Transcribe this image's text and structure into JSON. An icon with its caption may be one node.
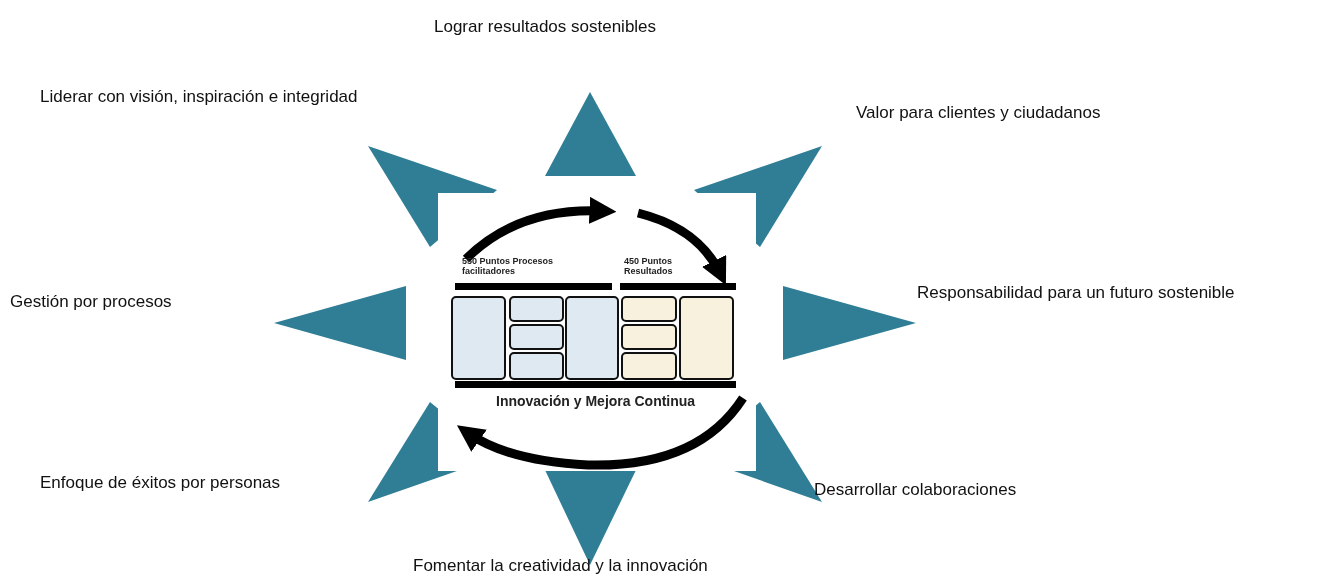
{
  "diagram": {
    "nodes": [
      {
        "text": [
          "550 Puntos Procesos facilitadores",
          "450 Puntos Resultados",
          "Innovación y Mejora Continua"
        ]
      },
      {
        "text": [],
        "shape": "triangle"
      },
      {
        "text": [],
        "shape": "triangle"
      },
      {
        "text": [],
        "shape": "triangle"
      },
      {
        "text": [],
        "shape": "triangle"
      },
      {
        "text": [],
        "shape": "triangle"
      },
      {
        "text": [],
        "shape": "triangle"
      },
      {
        "text": [],
        "shape": "triangle"
      },
      {
        "text": [],
        "shape": "triangle"
      }
    ],
    "edges": [],
    "labels": [
      "Lograr resultados sostenibles",
      "Liderar con visión, inspiración e integridad",
      "Valor para clientes y ciudadanos",
      "Gestión por procesos",
      "Responsabilidad para un futuro sostenible",
      "Enfoque de éxitos por personas",
      "Desarrollar colaboraciones",
      "Fomentar la creatividad y la innovación"
    ]
  }
}
